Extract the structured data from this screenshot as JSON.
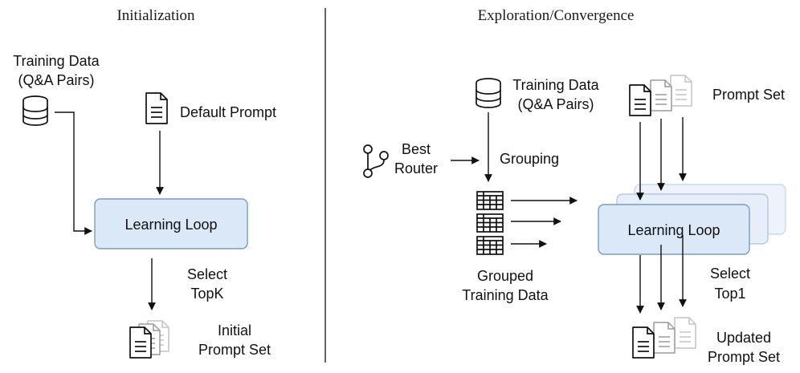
{
  "left_panel": {
    "title": "Initialization",
    "training_data": {
      "line1": "Training Data",
      "line2": "(Q&A Pairs)",
      "icon": "database-icon"
    },
    "default_prompt": {
      "label": "Default Prompt",
      "icon": "document-icon"
    },
    "learning_loop": "Learning Loop",
    "select": {
      "line1": "Select",
      "line2": "TopK"
    },
    "output": {
      "line1": "Initial",
      "line2": "Prompt Set",
      "icon": "document-stack-icon"
    }
  },
  "right_panel": {
    "title": "Exploration/Convergence",
    "training_data": {
      "line1": "Training Data",
      "line2": "(Q&A Pairs)",
      "icon": "database-icon"
    },
    "router": {
      "line1": "Best",
      "line2": "Router",
      "icon": "git-branch-icon"
    },
    "grouping": "Grouping",
    "grouped": {
      "line1": "Grouped",
      "line2": "Training Data",
      "icon": "table-icon"
    },
    "prompt_set": {
      "label": "Prompt Set",
      "icon": "document-stack-icon"
    },
    "learning_loop": "Learning Loop",
    "select": {
      "line1": "Select",
      "line2": "Top1"
    },
    "output": {
      "line1": "Updated",
      "line2": "Prompt Set",
      "icon": "document-stack-icon"
    }
  },
  "colors": {
    "box_fill": "#dbe8f8",
    "box_stroke": "#7b9cc6",
    "line": "#111111"
  }
}
